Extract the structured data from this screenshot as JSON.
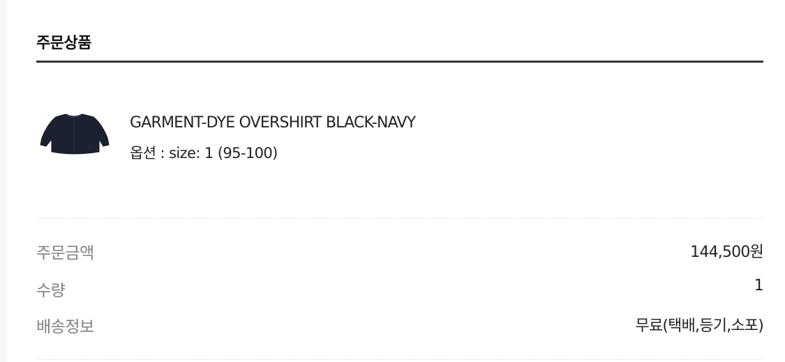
{
  "section": {
    "title": "주문상품"
  },
  "product": {
    "name": "GARMENT-DYE OVERSHIRT BLACK-NAVY",
    "option": "옵션 : size: 1 (95-100)",
    "thumbnail_icon": "overshirt-thumbnail",
    "thumbnail_color": "#1c2130"
  },
  "summary": {
    "rows": [
      {
        "label": "주문금액",
        "value": "144,500원"
      },
      {
        "label": "수량",
        "value": "1"
      },
      {
        "label": "배송정보",
        "value": "무료(택배,등기,소포)"
      }
    ]
  }
}
